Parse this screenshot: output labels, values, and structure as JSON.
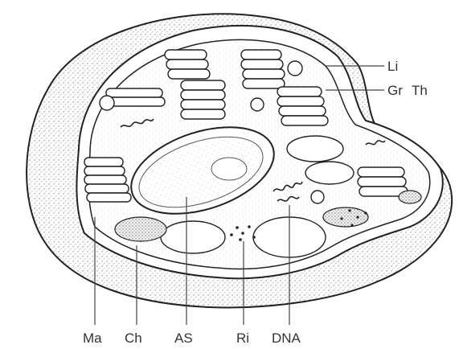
{
  "diagram": {
    "labels": {
      "li": "Li",
      "gr": "Gr",
      "th": "Th",
      "ma": "Ma",
      "ch": "Ch",
      "as": "AS",
      "ri": "Ri",
      "dna": "DNA"
    },
    "colors": {
      "ink": "#222222",
      "paper": "#ffffff",
      "stipple": "#9a9a9a",
      "label": "#333333"
    }
  }
}
